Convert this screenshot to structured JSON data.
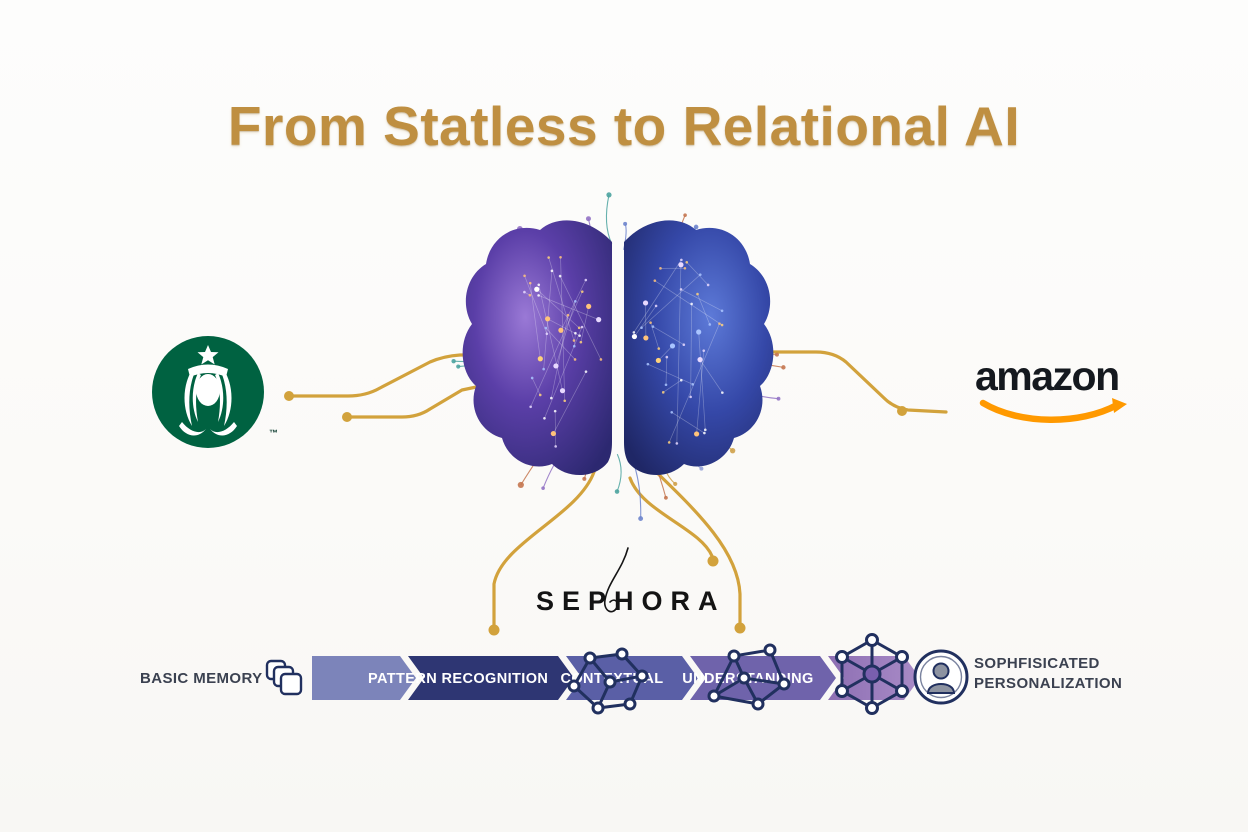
{
  "title": "From Statless to Relational AI",
  "brands": {
    "starbucks_tm": "™",
    "amazon_wordmark": "amazon",
    "sephora_wordmark": "SEPHORA"
  },
  "progression": {
    "left_label": "BASIC MEMORY",
    "right_label_line1": "SOPHFISICATED",
    "right_label_line2": "PERSONALIZATION",
    "stages": [
      {
        "label": "",
        "color": "#7c84ba"
      },
      {
        "label": "PATTERN RECOGNITION",
        "color": "#2e3673"
      },
      {
        "label": "CONTEXTUAL",
        "color": "#5a5fa6"
      },
      {
        "label": "UNDERSTANDING",
        "color": "#6f63ab"
      },
      {
        "label": "",
        "color": "#8d6fb3",
        "color2": "#a98bc7"
      }
    ]
  },
  "icons": {
    "basic_memory": "layers-copy-icon",
    "contextual": "molecule-icon",
    "understanding": "network-icon",
    "personalization": "person-circle-icon",
    "center": "brain-neural-network-graphic"
  },
  "colors": {
    "title_gold": "#bf8f41",
    "connector_gold": "#d2a23c",
    "icon_navy": "#21305f",
    "starbucks_green": "#006241",
    "amazon_ink": "#15191f",
    "amazon_orange": "#ff9900",
    "brain_left_purple": "#5b3fa8",
    "brain_right_blue": "#3548a8"
  }
}
